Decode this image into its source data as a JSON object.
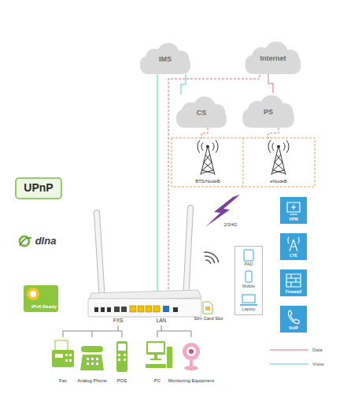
{
  "diagram": {
    "nodes": [
      {
        "text": [
          "IMS"
        ]
      },
      {
        "text": [
          "Internet"
        ]
      },
      {
        "text": [
          "CS"
        ]
      },
      {
        "text": [
          "PS"
        ]
      },
      {
        "text": [
          "BTS/NodeB"
        ]
      },
      {
        "text": [
          "eNodeB"
        ]
      },
      {
        "text": [
          "PAD",
          "Mobile",
          "Laptop"
        ]
      },
      {
        "text": [
          "VPN"
        ]
      },
      {
        "text": [
          "LTE"
        ]
      },
      {
        "text": [
          "Firewall"
        ]
      },
      {
        "text": [
          "VoIP"
        ]
      }
    ],
    "edges": [
      {
        "from": 0,
        "to": 2,
        "arrow": "none"
      },
      {
        "from": 1,
        "to": 3,
        "arrow": "none"
      },
      {
        "from": 2,
        "to": 4,
        "arrow": "none"
      },
      {
        "from": 3,
        "to": 5,
        "arrow": "none"
      }
    ],
    "labels": [
      "UPnP",
      "dlna",
      "IPv6 Ready",
      "2/3/4G",
      "FXS",
      "LAN",
      "Sim Card Slot",
      "Fax",
      "Analog Phone",
      "POS",
      "PC",
      "Monitoring Equipment"
    ],
    "legend": [
      {
        "text": "Data"
      },
      {
        "text": "Voice"
      }
    ]
  }
}
